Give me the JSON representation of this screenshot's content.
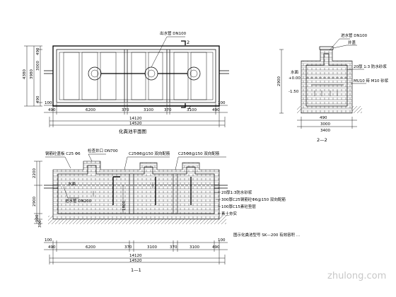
{
  "plan": {
    "pipe_label": "出水管 DN100",
    "mark_2_top": "2",
    "mark_2_bottom": "2",
    "vert_dims": [
      "4380",
      "3980",
      "3000",
      "490",
      "490"
    ],
    "dims_row1": [
      "100",
      "100"
    ],
    "dims_row2": [
      "490",
      "6200",
      "370",
      "3100",
      "370",
      "3100",
      "490"
    ],
    "dims_row3": [
      "14120",
      "14520"
    ],
    "caption": "化粪池平面图"
  },
  "section22": {
    "pipe_label": "进水管 DN100",
    "label_cover": "井盖",
    "label_plaster": "20厚 1:3 防水砂浆",
    "label_wall": "MU10 砖 M10 砂浆",
    "label_water": "水面",
    "label_a": "+0.00",
    "label_b": "-1.50",
    "height_dim": "2900",
    "dims_bottom": [
      "3000",
      "3400"
    ],
    "dim_inner": "490",
    "caption": "2—2"
  },
  "section11": {
    "label_top_left": "钢筋砼盖板 C25 Φ6",
    "label_top_mid": "检查井口 DN700",
    "label_slab1": "C25Φ8@150 双向配筋",
    "label_slab2": "C25Φ8@150 双向配筋",
    "label_inlet": "进水管 DN200",
    "label_w1": "20厚1:3防水砂浆",
    "label_w2": "300厚C25钢筋砼Φ6@150 双向配筋",
    "label_w3": "100厚C15素砼垫层",
    "label_w4": "素土夯实",
    "label_water": "水面",
    "v_dims": [
      "2200",
      "2900",
      "100",
      "300"
    ],
    "dim_1800": "1800",
    "dims_row1": [
      "100",
      "100"
    ],
    "dims_row2": [
      "490",
      "6200",
      "370",
      "3100",
      "370",
      "3100",
      "490"
    ],
    "dims_row3": [
      "14120",
      "14520"
    ],
    "caption": "1—1",
    "note": "图示化粪池型号 SK—200 有效容积 ..."
  },
  "watermark": "zhulong.com"
}
